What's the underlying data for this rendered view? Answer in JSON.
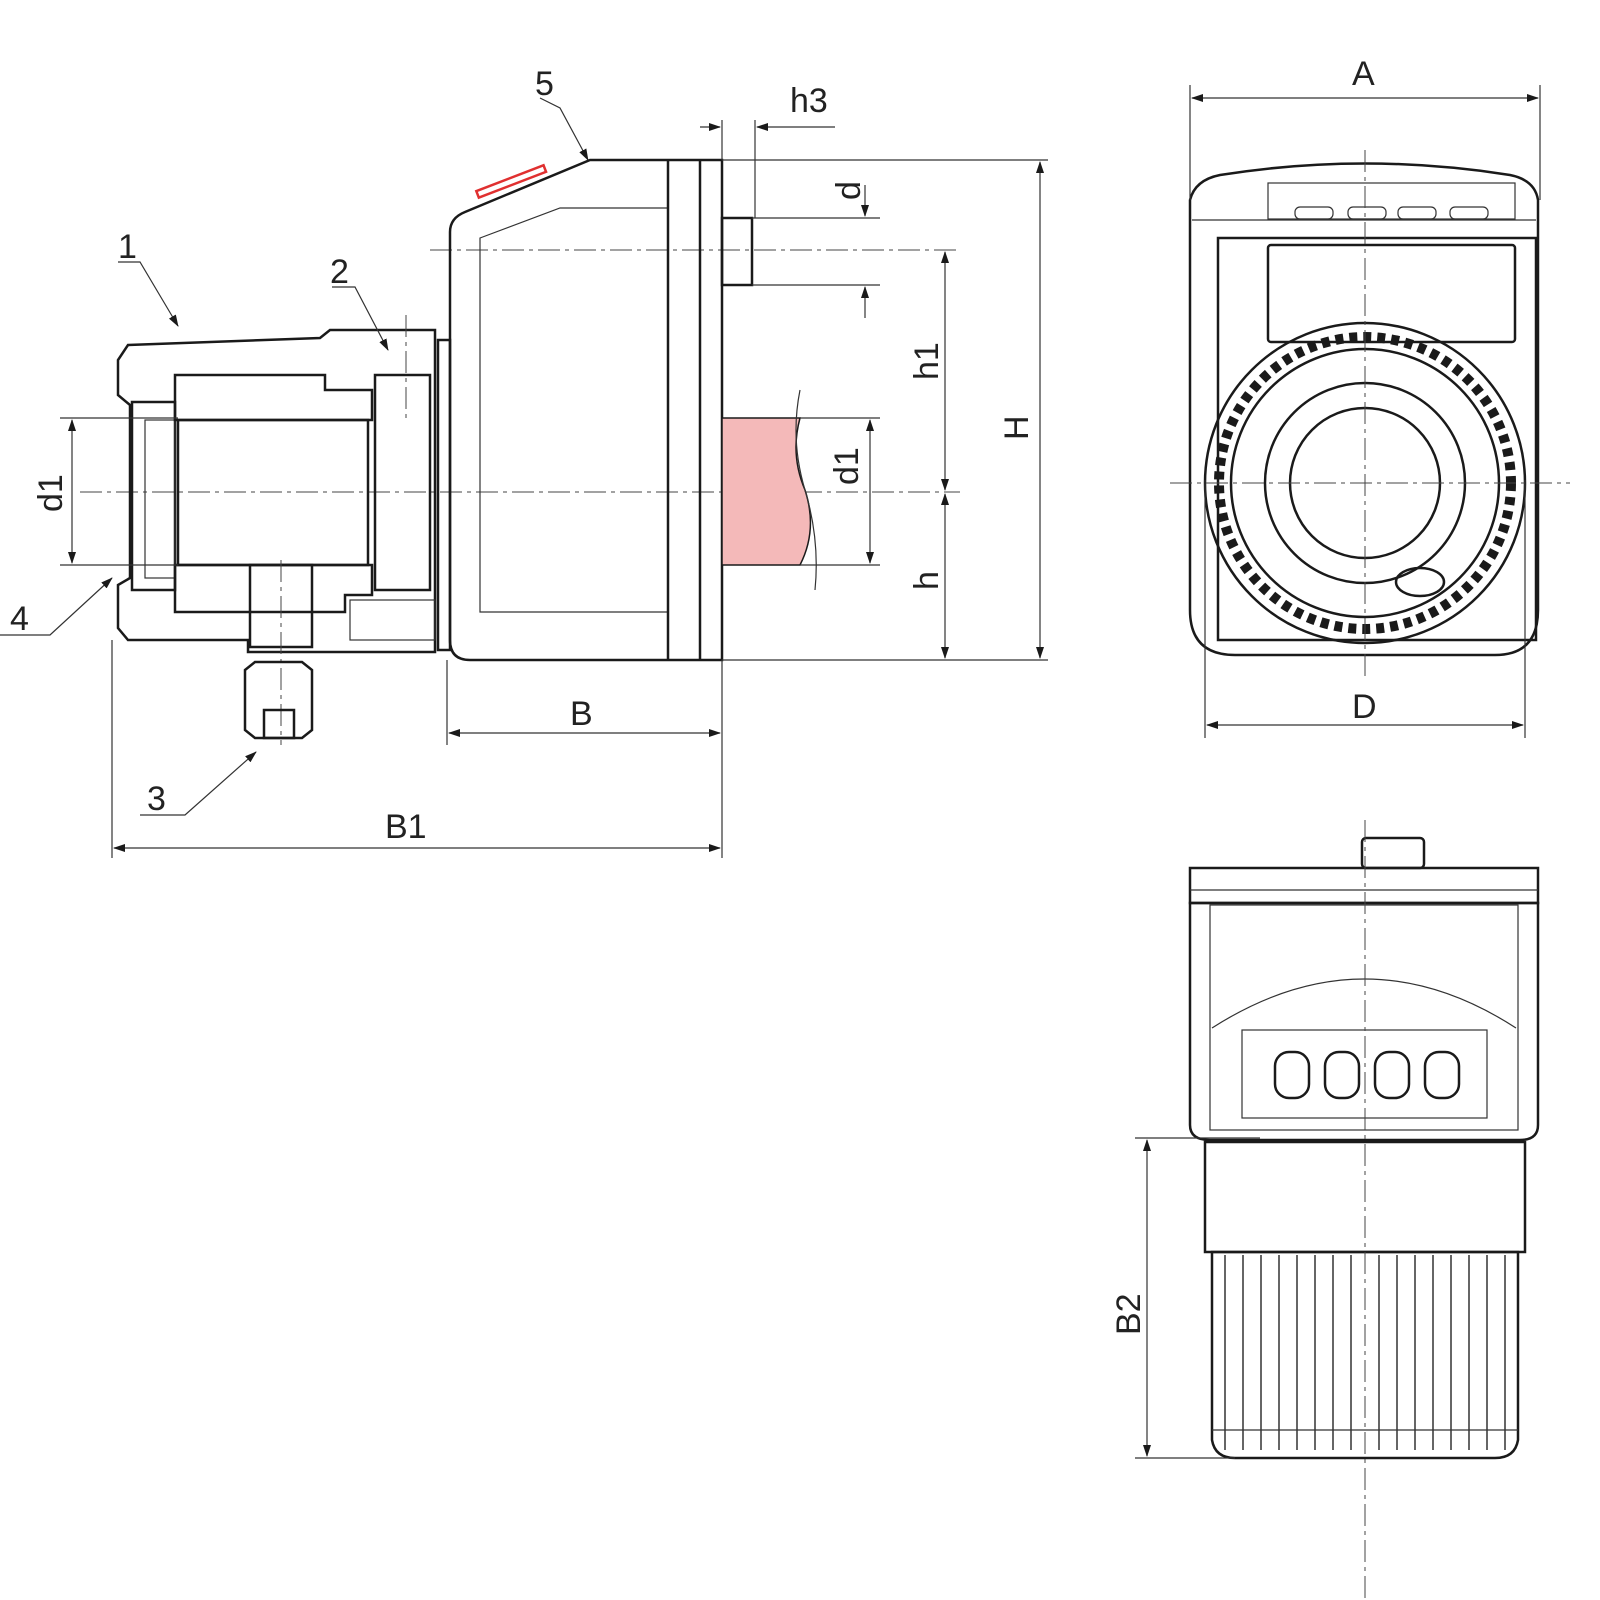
{
  "part_labels": {
    "p1": "1",
    "p2": "2",
    "p3": "3",
    "p4": "4",
    "p5": "5"
  },
  "dimensions": {
    "h3": "h3",
    "d": "d",
    "h1": "h1",
    "H": "H",
    "d1_left": "d1",
    "d1_right": "d1",
    "h": "h",
    "B": "B",
    "B1": "B1",
    "A": "A",
    "D": "D",
    "B2": "B2"
  },
  "colors": {
    "housing": "#e4eeb0",
    "shaft": "#f4b9b9",
    "seal": "#9fd6a6",
    "marker": "#e03030",
    "line": "#1a1a1a"
  }
}
